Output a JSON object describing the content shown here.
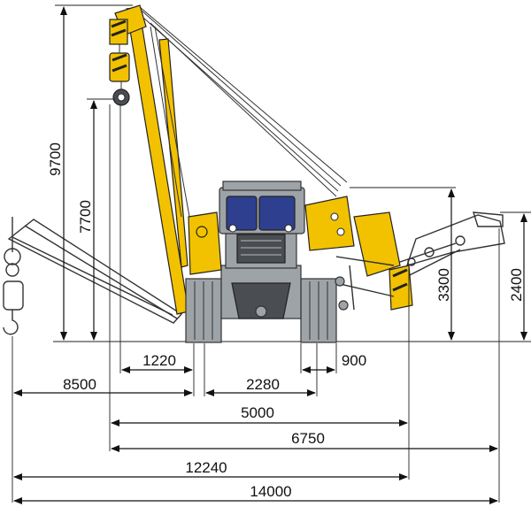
{
  "dimensions": {
    "vertical": {
      "max_lift_height": "9700",
      "hook_height": "7700",
      "counterweight_height": "3300",
      "counterweight_reach_height": "2400"
    },
    "horizontal": {
      "track_width": "1220",
      "reach_outer": "8500",
      "track_gauge": "2280",
      "counterweight_offset": "900",
      "span_5000": "5000",
      "span_6750": "6750",
      "span_12240": "12240",
      "overall_width": "14000"
    }
  },
  "colors": {
    "machine_yellow": "#f2c200",
    "cab_glass": "#2e3f8f",
    "track_gray": "#9ea3a8"
  }
}
